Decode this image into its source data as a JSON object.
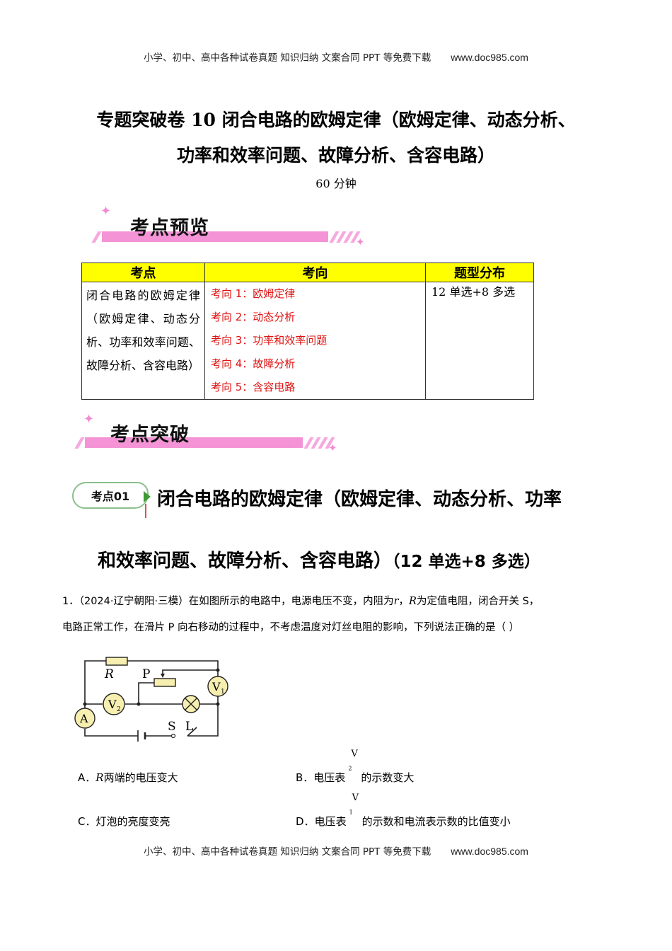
{
  "watermark": {
    "text": "小学、初中、高中各种试卷真题  知识归纳  文案合同  PPT 等免费下载",
    "url": "www.doc985.com"
  },
  "title": {
    "line1": "专题突破卷 10  闭合电路的欧姆定律（欧姆定律、动态分析、",
    "line2": "功率和效率问题、故障分析、含容电路）",
    "duration": "60 分钟"
  },
  "banner_preview": {
    "label": "考点预览"
  },
  "overview_table": {
    "headers": [
      "考点",
      "考向",
      "题型分布"
    ],
    "topic": "闭合电路的欧姆定律（欧姆定律、动态分析、功率和效率问题、故障分析、含容电路）",
    "directions": [
      "考向 1：欧姆定律",
      "考向 2：动态分析",
      "考向 3：功率和效率问题",
      "考向 4：故障分析",
      "考向 5：含容电路"
    ],
    "question_types": "12 单选+8 多选",
    "header_color": "#ffff00",
    "direction_color": "#e01010"
  },
  "banner_breakthrough": {
    "label": "考点突破"
  },
  "section": {
    "badge": "考点01",
    "heading_line1": "闭合电路的欧姆定律（欧姆定律、动态分析、功率",
    "heading_line2": "和效率问题、故障分析、含容电路）",
    "heading_tag": "（12 单选+8 多选）"
  },
  "question": {
    "number": "1．",
    "source": "（2024·辽宁朝阳·三模）",
    "text1a": "在如图所示的电路中，电源电压不变，内阻为",
    "r_symbol": "r",
    "text1b": "，",
    "R_symbol": "R",
    "text1c": "为定值电阻，闭合开关 S，",
    "text2": "电路正常工作，在滑片 P 向右移动的过程中，不考虑温度对灯丝电阻的影响，下列说法正确的是（     ）",
    "circuit_labels": {
      "R": "R",
      "P": "P",
      "V1": "V",
      "V2": "V",
      "A": "A",
      "S": "S",
      "L": "L"
    },
    "options": {
      "A_letter": "A．",
      "A_symbol": "R",
      "A_text": "两端的电压变大",
      "B_letter": "B．",
      "B_pre": "电压表",
      "B_meter": "V",
      "B_sub": "2",
      "B_text": "的示数变大",
      "C_letter": "C．",
      "C_text": "灯泡的亮度变亮",
      "D_letter": "D．",
      "D_pre": "电压表",
      "D_meter": "V",
      "D_sub": "1",
      "D_text": "的示数和电流表示数的比值变小"
    }
  }
}
